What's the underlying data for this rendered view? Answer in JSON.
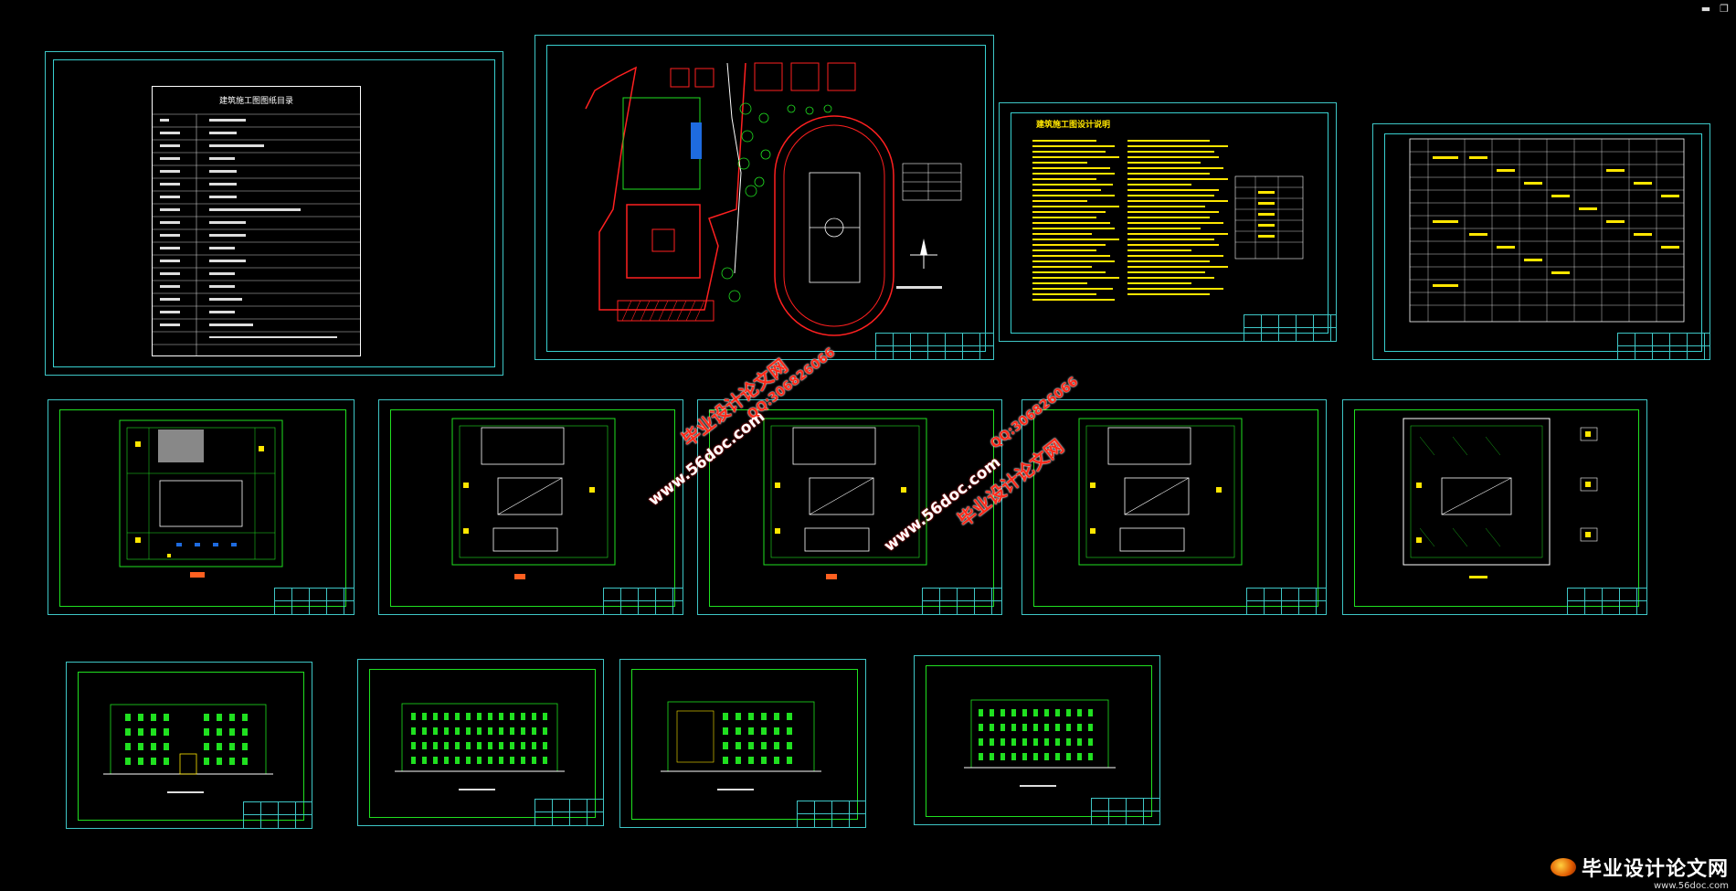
{
  "window_controls": {
    "minimize": "▬",
    "restore": "❐"
  },
  "sheets": {
    "index": {
      "title": "建筑施工图图纸目录"
    },
    "spec": {
      "title": "建筑施工图设计说明"
    }
  },
  "watermarks": {
    "brand": "毕业设计论文网",
    "site": "www.56doc.com",
    "qq": "QQ:306826066"
  },
  "footer_logo": {
    "text": "毕业设计论文网",
    "url": "www.56doc.com"
  },
  "colors": {
    "background": "#000000",
    "frame": "#3ec6c6",
    "drawing_green": "#20e020",
    "text_yellow": "#ffe600",
    "accent_red": "#ff2a1a"
  }
}
